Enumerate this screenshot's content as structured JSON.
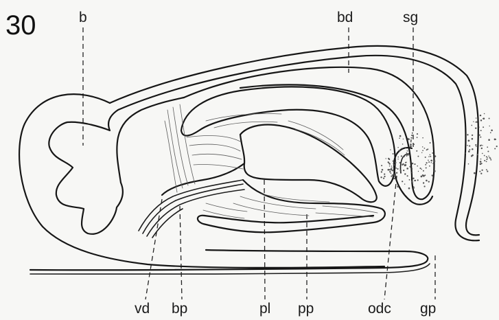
{
  "figure": {
    "number": "30",
    "labels": {
      "b": "b",
      "bd": "bd",
      "sg": "sg",
      "vd": "vd",
      "bp": "bp",
      "pl": "pl",
      "pp": "pp",
      "odc": "odc",
      "gp": "gp"
    }
  }
}
